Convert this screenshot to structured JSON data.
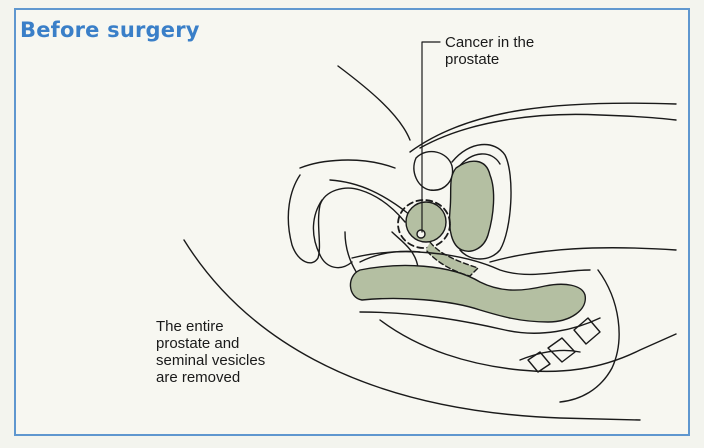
{
  "title": "Before surgery",
  "labels": {
    "cancer": "Cancer in the\nprostate",
    "removed": "The entire\nprostate and\nseminal vesicles\nare removed"
  },
  "colors": {
    "frame": "#5f97cf",
    "title": "#3a7fc8",
    "organ_fill": "#b4bfa2",
    "line": "#1a1a1a"
  }
}
